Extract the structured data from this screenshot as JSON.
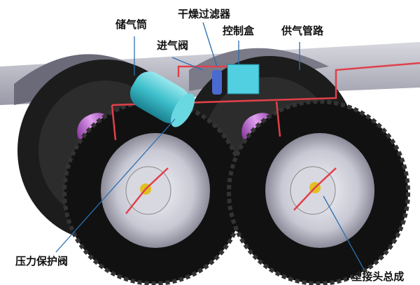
{
  "labels": {
    "air_tank": "储气筒",
    "dryer_filter": "干燥过滤器",
    "control_box": "控制盒",
    "inlet_valve": "进气阀",
    "supply_line": "供气管路",
    "pressure_protection_valve": "压力保护阀",
    "t_joint_assembly": "T型接头总成"
  },
  "colors": {
    "leader": "#2a6fb0",
    "air_line": "#e0404a",
    "tank": "#3fc0cc",
    "axle": "#c070d0"
  }
}
